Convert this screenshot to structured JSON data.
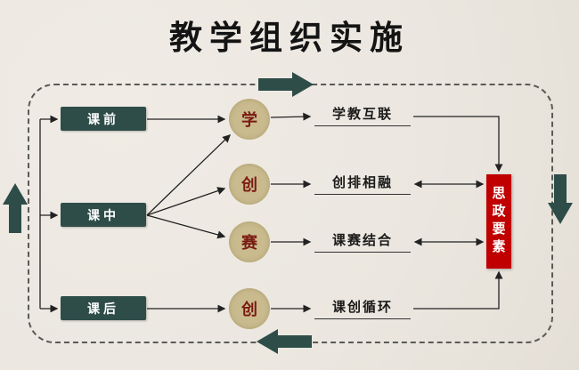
{
  "title": "教学组织实施",
  "stages": [
    {
      "label": "课前"
    },
    {
      "label": "课中"
    },
    {
      "label": "课后"
    }
  ],
  "circles": [
    {
      "label": "学"
    },
    {
      "label": "创"
    },
    {
      "label": "赛"
    },
    {
      "label": "创"
    }
  ],
  "outcomes": [
    {
      "label": "学教互联"
    },
    {
      "label": "创排相融"
    },
    {
      "label": "课赛结合"
    },
    {
      "label": "课创循环"
    }
  ],
  "side_box": {
    "label": "思政要素"
  },
  "colors": {
    "background": "#ebe7e0",
    "stage_box": "#2e4d49",
    "cycle_arrow": "#2e4d49",
    "circle_fill": "#c9bb8e",
    "circle_text": "#7a1a12",
    "side_box": "#c00000",
    "line": "#222222"
  }
}
